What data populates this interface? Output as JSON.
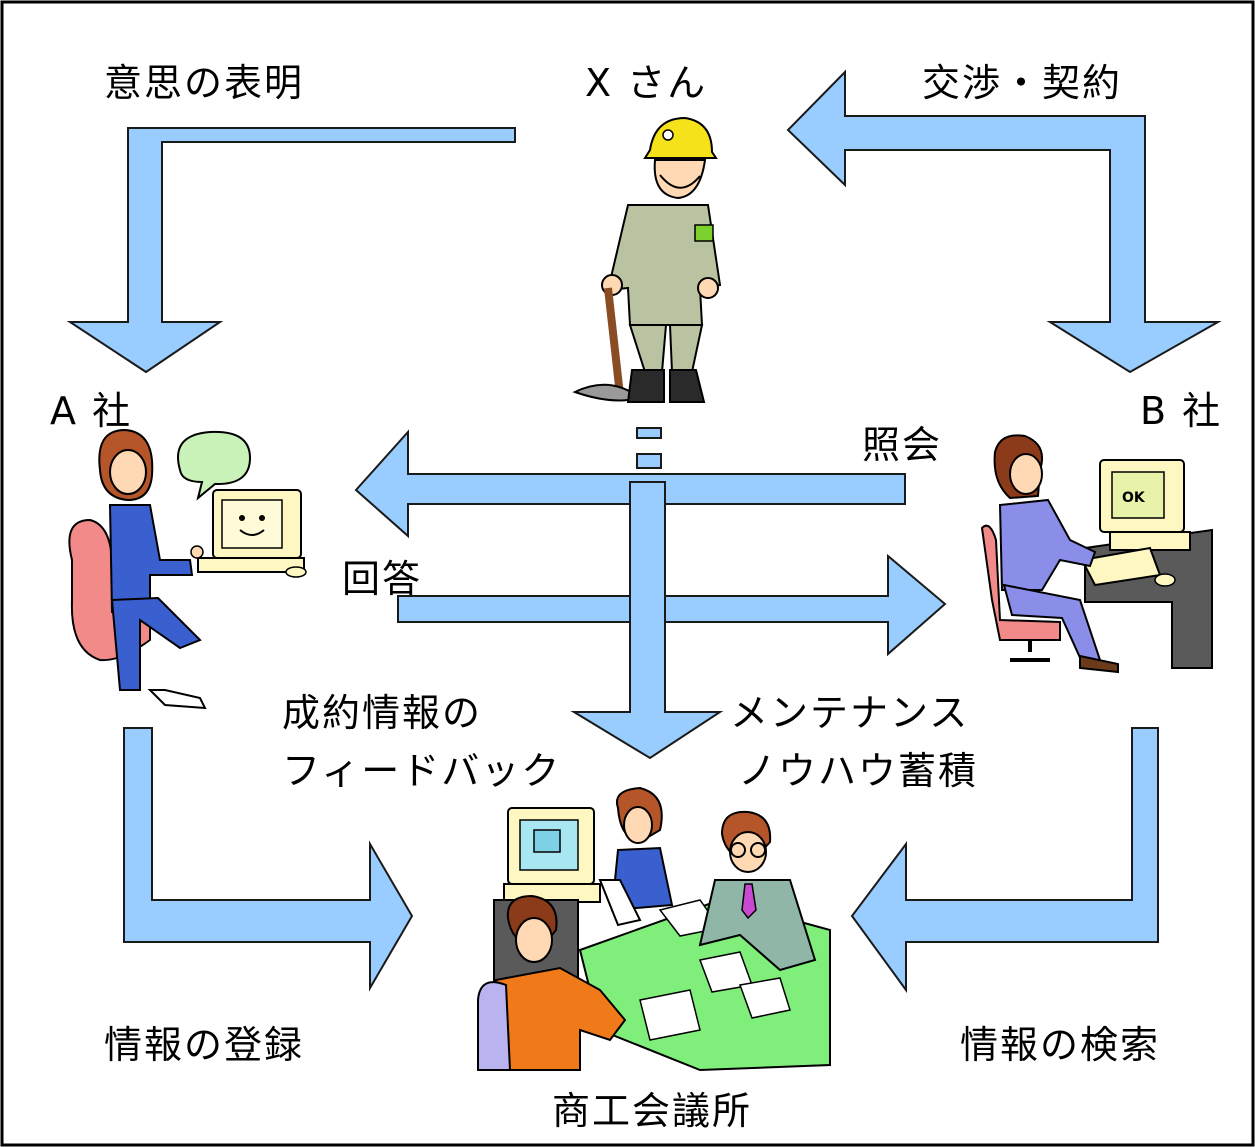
{
  "labels": {
    "x_person": "X さん",
    "intent": "意思の表明",
    "negotiation": "交渉・契約",
    "company_a": "A 社",
    "company_b": "B 社",
    "inquiry": "照会",
    "answer": "回答",
    "feedback_line1": "成約情報の",
    "feedback_line2": "フィードバック",
    "maintenance_line1": "メンテナンス",
    "maintenance_line2": "ノウハウ蓄積",
    "register": "情報の登録",
    "search": "情報の検索",
    "chamber": "商工会議所"
  },
  "colors": {
    "arrow_fill": "#99ccff",
    "arrow_stroke": "#1a1a1a",
    "border": "#000000"
  }
}
